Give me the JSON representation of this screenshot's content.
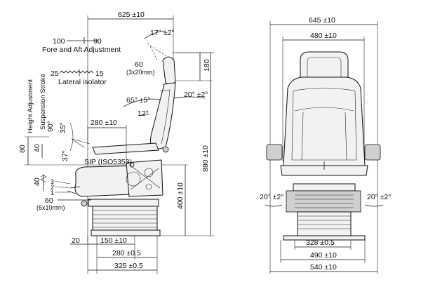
{
  "side_view": {
    "overall_depth": "625 ±10",
    "fore_aft": {
      "front": "100",
      "back": "90",
      "label": "Fore and Aft Adjustment"
    },
    "lateral": {
      "left": "25",
      "right": "15",
      "label": "Lateral isolator"
    },
    "headrest_tilt": "17° ±2°",
    "headrest_adj": {
      "value": "60",
      "detail": "(3x20mm)"
    },
    "headrest_height": "180",
    "backrest_range": "65° ±5°",
    "backrest_back": "20° ±2°",
    "backrest_angle": "12°",
    "seat_depth": "280 ±10",
    "height_adjustment": {
      "value": "80",
      "label": "Height Adjustment"
    },
    "suspension_stroke": {
      "value": "40",
      "label": "Suspension Stroke"
    },
    "angle_90": "90°",
    "angle_35": "35°",
    "angle_37": "37°",
    "sip": "SIP (ISO5353)",
    "lower_40": "40",
    "stops": [
      "3",
      "2",
      "1"
    ],
    "cushion_adj": {
      "value": "60",
      "detail": "(6x10mm)"
    },
    "overall_height": "880 ±10",
    "sip_height": "400 ±10",
    "base_20": "20",
    "base_150": "150 ±10",
    "base_280": "280 ±0.5",
    "base_325": "325 ±0.5"
  },
  "front_view": {
    "overall_width": "645 ±10",
    "backrest_width": "480 ±10",
    "swivel_left": "20° ±2°",
    "swivel_right": "20° ±2°",
    "base_328": "328 ±0.5",
    "base_490": "490 ±10",
    "base_540": "540 ±10"
  }
}
